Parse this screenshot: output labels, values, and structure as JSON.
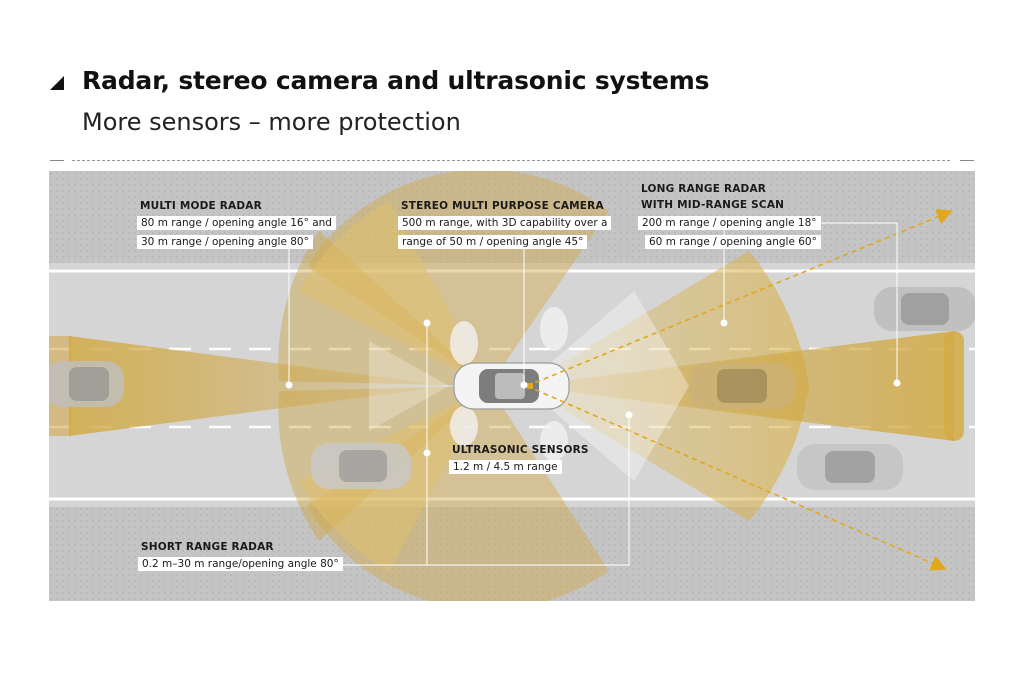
{
  "header": {
    "title": "Radar, stereo camera and ultrasonic systems",
    "subtitle": "More sensors – more protection"
  },
  "labels": {
    "multi_mode": {
      "heading": "MULTI MODE RADAR",
      "line1": "80 m range / opening angle 16° and",
      "line2": "30 m range / opening angle 80°"
    },
    "stereo_camera": {
      "heading": "STEREO MULTI PURPOSE CAMERA",
      "line1": "500 m range, with 3D capability over a",
      "line2": "range of 50 m / opening angle 45°"
    },
    "long_range": {
      "heading1": "LONG RANGE RADAR",
      "heading2": "WITH MID-RANGE SCAN",
      "line1": "200 m range / opening angle 18°",
      "line2": "60 m range / opening angle 60°"
    },
    "ultrasonic": {
      "heading": "ULTRASONIC SENSORS",
      "line1": "1.2 m / 4.5 m range"
    },
    "short_range": {
      "heading": "SHORT RANGE RADAR",
      "line1": "0.2 m–30 m range/opening angle 80°"
    }
  },
  "colors": {
    "road": "#d3d3d3",
    "shoulder": "#c2c2c2",
    "beam": "#d9b24c",
    "beam_dark": "#c79a2e",
    "arrow": "#e0a81c",
    "marking": "#ffffff"
  }
}
